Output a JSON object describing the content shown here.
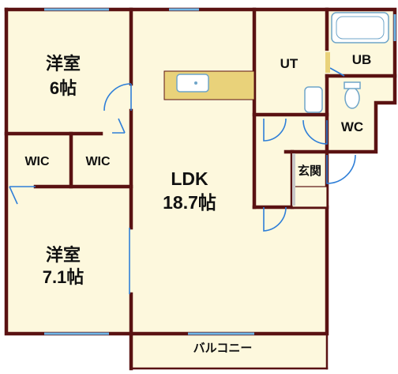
{
  "colors": {
    "floor": "#fdf8dd",
    "wall": "#5a1212",
    "window": "#6fb6e8",
    "door_arc": "#2f7fd8",
    "counter": "#e9d27a",
    "fixture": "#6fa5c9",
    "step": "#c8c8c8"
  },
  "rooms": {
    "western_room_1": {
      "name": "洋室",
      "size": "6帖"
    },
    "wic_left": {
      "name": "WIC"
    },
    "wic_right": {
      "name": "WIC"
    },
    "western_room_2": {
      "name": "洋室",
      "size": "7.1帖"
    },
    "ldk": {
      "name": "LDK",
      "size": "18.7帖"
    },
    "ut": {
      "name": "UT"
    },
    "ub": {
      "name": "UB"
    },
    "wc": {
      "name": "WC"
    },
    "entrance": {
      "name": "玄関"
    },
    "balcony": {
      "name": "バルコニー"
    }
  }
}
